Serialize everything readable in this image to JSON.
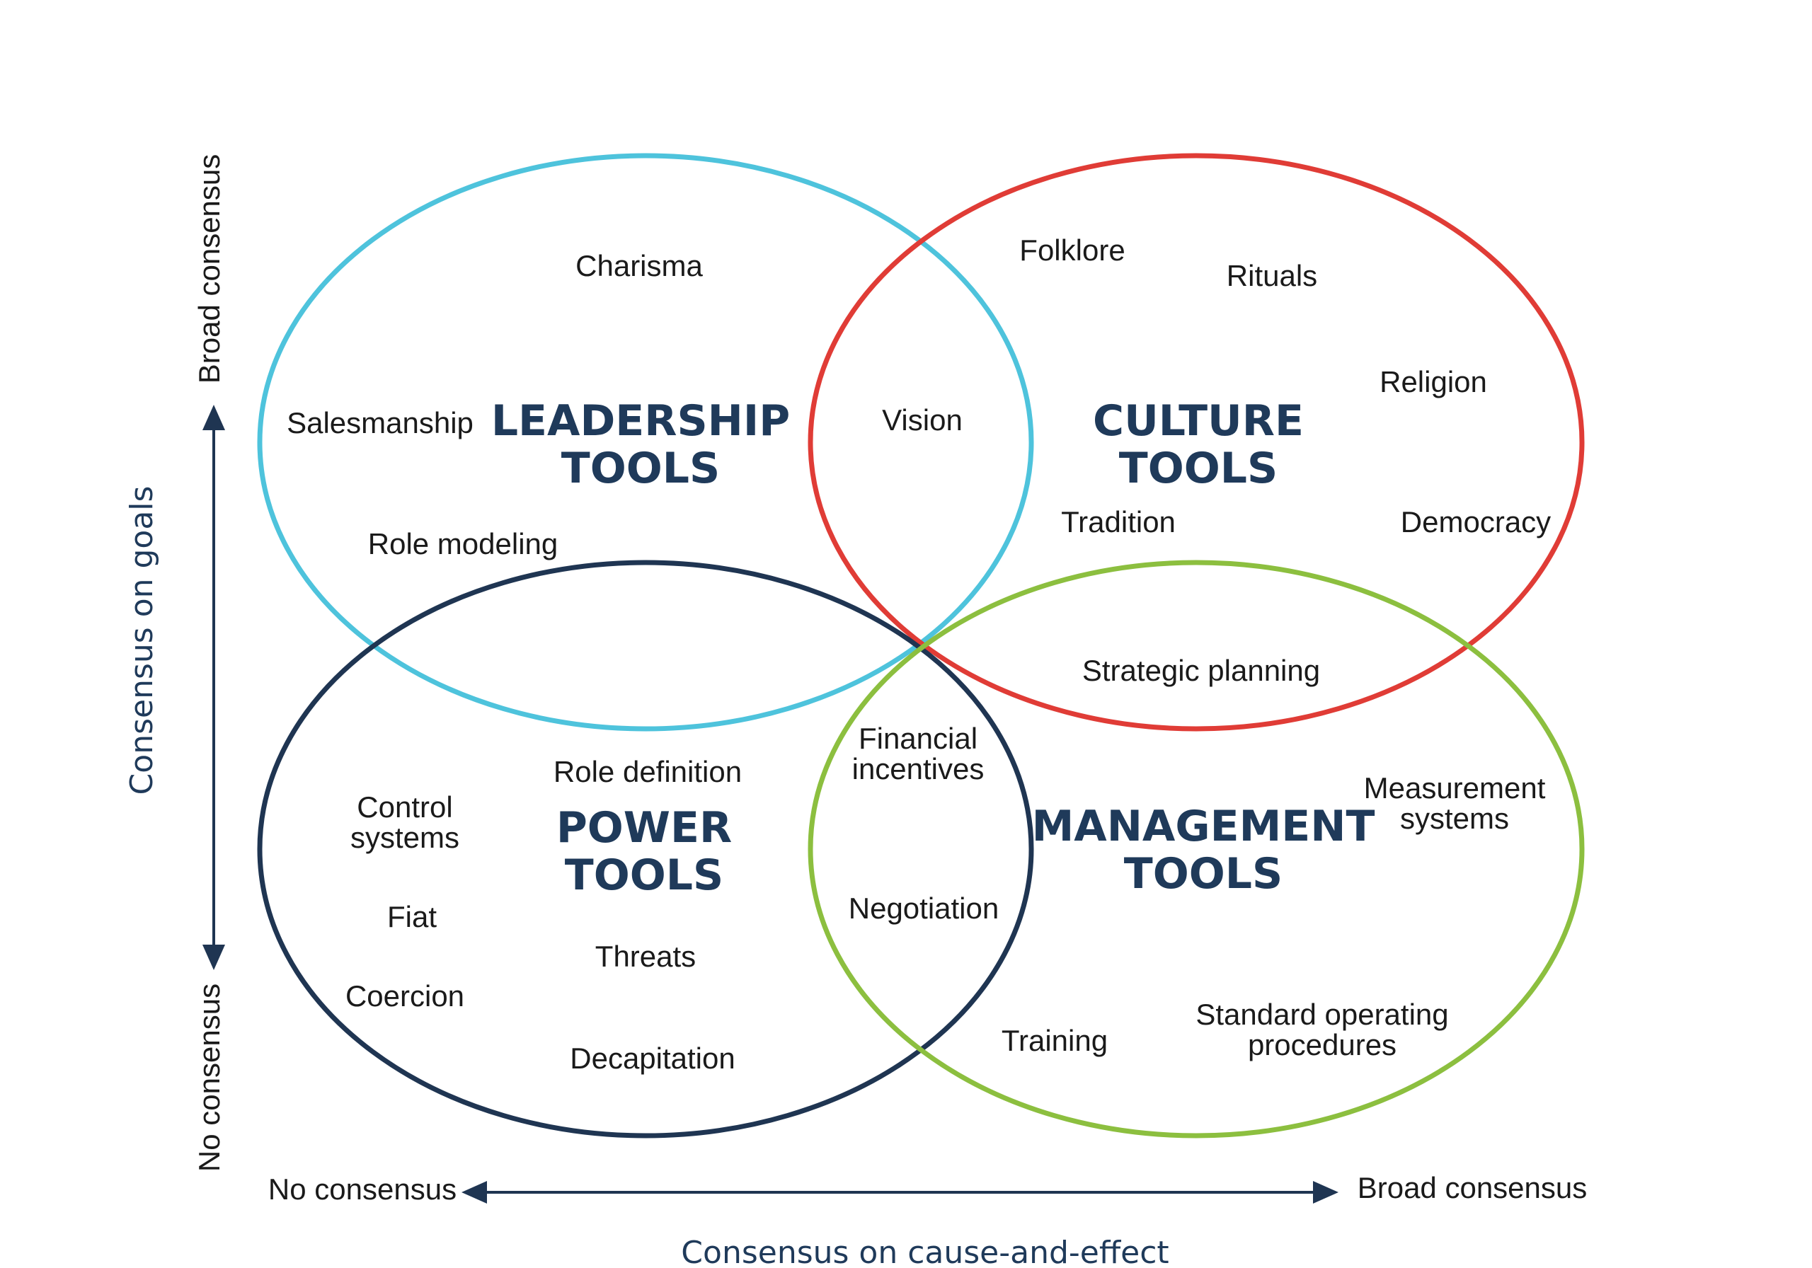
{
  "colors": {
    "leadership": "#4ec3dc",
    "culture": "#e03c36",
    "power": "#1f3552",
    "management": "#8cbf3f",
    "title_text": "#1f3a5a",
    "axis": "#1f3552"
  },
  "circles": {
    "leadership": {
      "title_line1": "LEADERSHIP",
      "title_line2": "TOOLS",
      "items": [
        "Charisma",
        "Salesmanship",
        "Role modeling"
      ]
    },
    "culture": {
      "title_line1": "CULTURE",
      "title_line2": "TOOLS",
      "items": [
        "Folklore",
        "Rituals",
        "Religion",
        "Tradition",
        "Democracy"
      ]
    },
    "power": {
      "title_line1": "POWER",
      "title_line2": "TOOLS",
      "items": [
        "Role definition",
        "Control",
        "systems",
        "Fiat",
        "Threats",
        "Coercion",
        "Decapitation"
      ]
    },
    "management": {
      "title_line1": "MANAGEMENT",
      "title_line2": "TOOLS",
      "items": [
        "Measurement",
        "systems",
        "Training",
        "Standard operating",
        "procedures"
      ]
    }
  },
  "overlaps": {
    "leadership_culture": "Vision",
    "culture_management": "Strategic planning",
    "power_management": [
      "Financial",
      "incentives",
      "Negotiation"
    ]
  },
  "axes": {
    "vertical": {
      "title": "Consensus on goals",
      "top_label": "Broad consensus",
      "bottom_label": "No consensus"
    },
    "horizontal": {
      "title": "Consensus on cause-and-effect",
      "left_label": "No consensus",
      "right_label": "Broad consensus"
    }
  }
}
